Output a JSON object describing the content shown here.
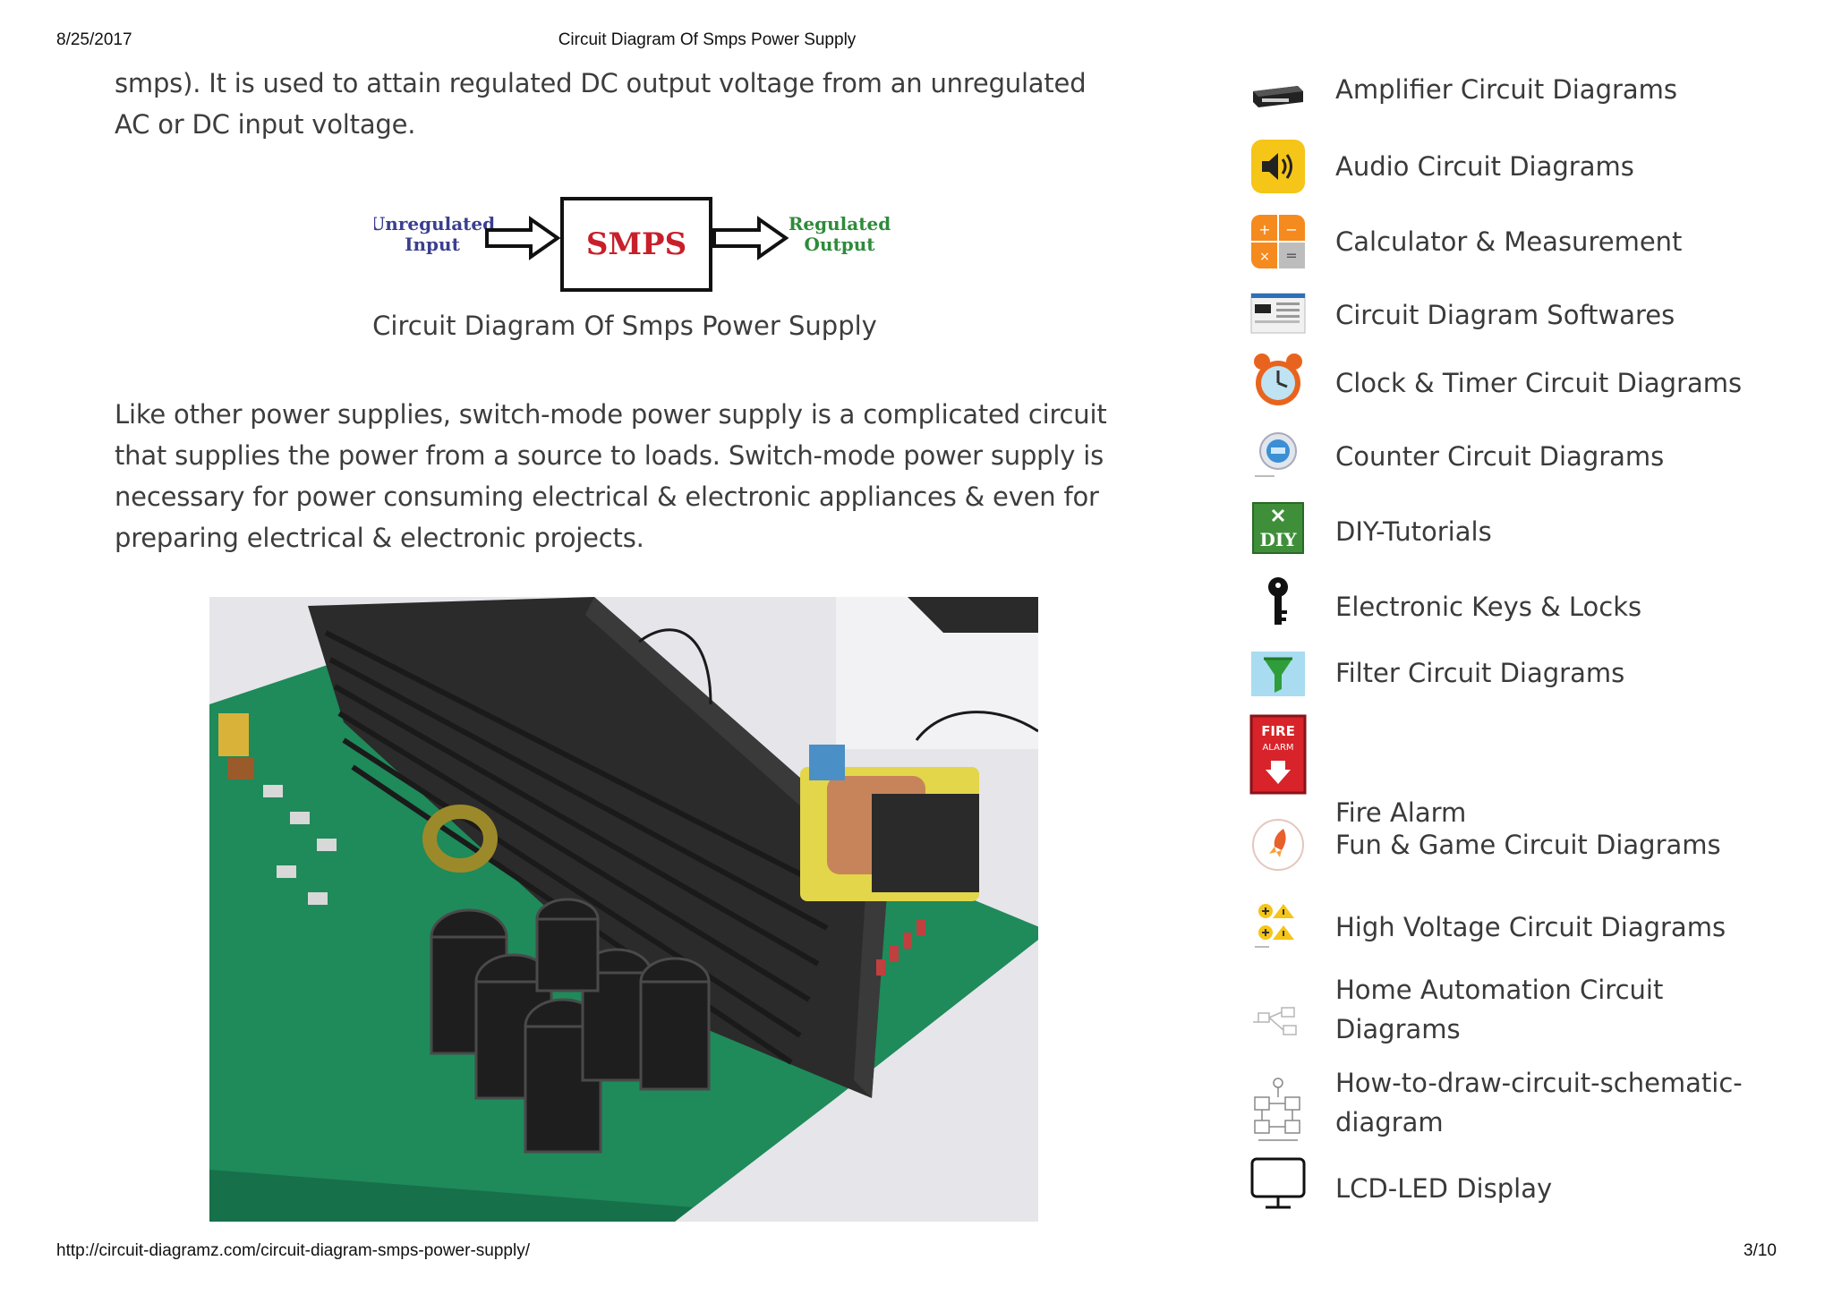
{
  "print_header": {
    "date": "8/25/2017",
    "title": "Circuit Diagram Of Smps Power Supply"
  },
  "article": {
    "paragraph_1": "smps). It is used to attain regulated DC output voltage from an unregulated AC or DC input voltage.",
    "diagram": {
      "input_label_line1": "Unregulated",
      "input_label_line2": "Input",
      "box_label": "SMPS",
      "output_label_line1": "Regulated",
      "output_label_line2": "Output",
      "colors": {
        "input": "#3b3f8f",
        "box": "#c8202a",
        "output": "#2e8b3a"
      }
    },
    "caption": "Circuit Diagram Of Smps Power Supply",
    "paragraph_2": "Like other power supplies, switch-mode power supply is a complicated circuit that supplies the power from a source to loads. Switch-mode power supply is necessary for power consuming electrical & electronic appliances & even for preparing electrical & electronic projects."
  },
  "sidebar": {
    "categories": [
      {
        "label": "Amplifier Circuit Diagrams",
        "icon": "amplifier-icon"
      },
      {
        "label": "Audio Circuit Diagrams",
        "icon": "speaker-icon"
      },
      {
        "label": "Calculator & Measurement",
        "icon": "calculator-icon"
      },
      {
        "label": "Circuit Diagram Softwares",
        "icon": "software-window-icon"
      },
      {
        "label": "Clock & Timer Circuit Diagrams",
        "icon": "alarm-clock-icon"
      },
      {
        "label": "Counter Circuit Diagrams",
        "icon": "counter-icon"
      },
      {
        "label": "DIY-Tutorials",
        "icon": "diy-icon",
        "icon_text": "DIY"
      },
      {
        "label": "Electronic Keys & Locks",
        "icon": "key-icon"
      },
      {
        "label": "Filter Circuit Diagrams",
        "icon": "funnel-icon"
      },
      {
        "label": "Fire Alarm",
        "icon": "fire-alarm-icon",
        "icon_text_1": "FIRE",
        "icon_text_2": "ALARM"
      },
      {
        "label": "Fun & Game Circuit Diagrams",
        "icon": "rocket-icon"
      },
      {
        "label": "High Voltage Circuit Diagrams",
        "icon": "high-voltage-icon"
      },
      {
        "label": "Home Automation Circuit Diagrams",
        "icon": "home-automation-icon"
      },
      {
        "label": "How-to-draw-circuit-schematic-diagram",
        "icon": "schematic-icon"
      },
      {
        "label": "LCD-LED Display",
        "icon": "monitor-icon"
      }
    ]
  },
  "print_footer": {
    "url": "http://circuit-diagramz.com/circuit-diagram-smps-power-supply/",
    "page": "3/10"
  }
}
